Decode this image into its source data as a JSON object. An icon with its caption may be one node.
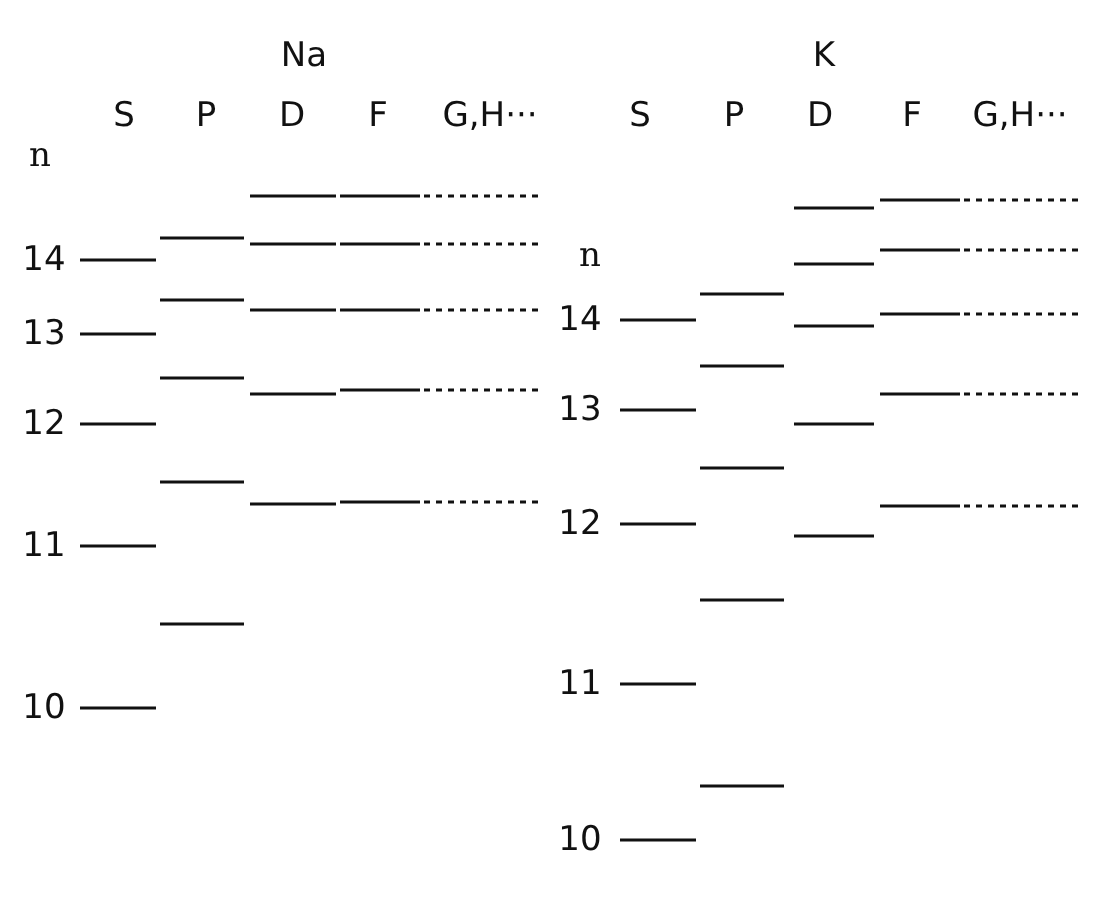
{
  "diagram": {
    "labels": [
      "Na",
      "K",
      "S",
      "P",
      "D",
      "F",
      "G,H···",
      "S",
      "P",
      "D",
      "F",
      "G,H···",
      "n",
      "14",
      "13",
      "12",
      "11",
      "10",
      "n",
      "14",
      "13",
      "12",
      "11",
      "10"
    ]
  }
}
